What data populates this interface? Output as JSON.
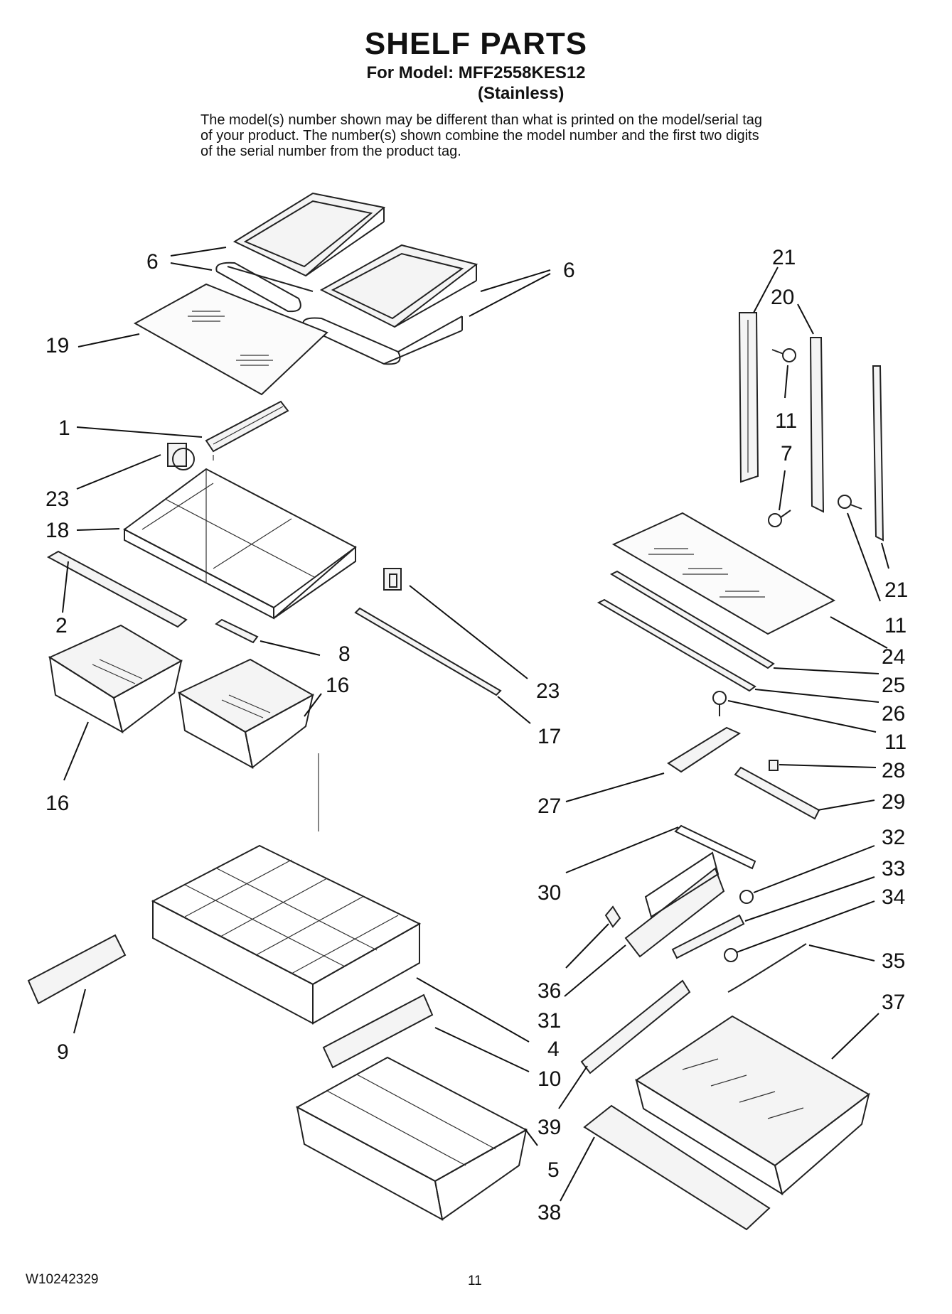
{
  "header": {
    "title": "SHELF PARTS",
    "model_line": "For Model: MFF2558KES12",
    "finish": "(Stainless)",
    "disclaimer": "The model(s) number shown may be different than what is printed on the model/serial tag of your product. The number(s) shown combine the model number and the first two digits of the serial number from the product tag."
  },
  "footer": {
    "doc_number": "W10242329",
    "page_number": "11"
  },
  "callouts": [
    "6",
    "6",
    "19",
    "1",
    "23",
    "18",
    "2",
    "8",
    "16",
    "16",
    "23",
    "17",
    "21",
    "20",
    "11",
    "7",
    "21",
    "11",
    "24",
    "25",
    "26",
    "11",
    "28",
    "27",
    "29",
    "32",
    "33",
    "34",
    "30",
    "35",
    "36",
    "31",
    "37",
    "9",
    "4",
    "10",
    "39",
    "5",
    "38"
  ]
}
